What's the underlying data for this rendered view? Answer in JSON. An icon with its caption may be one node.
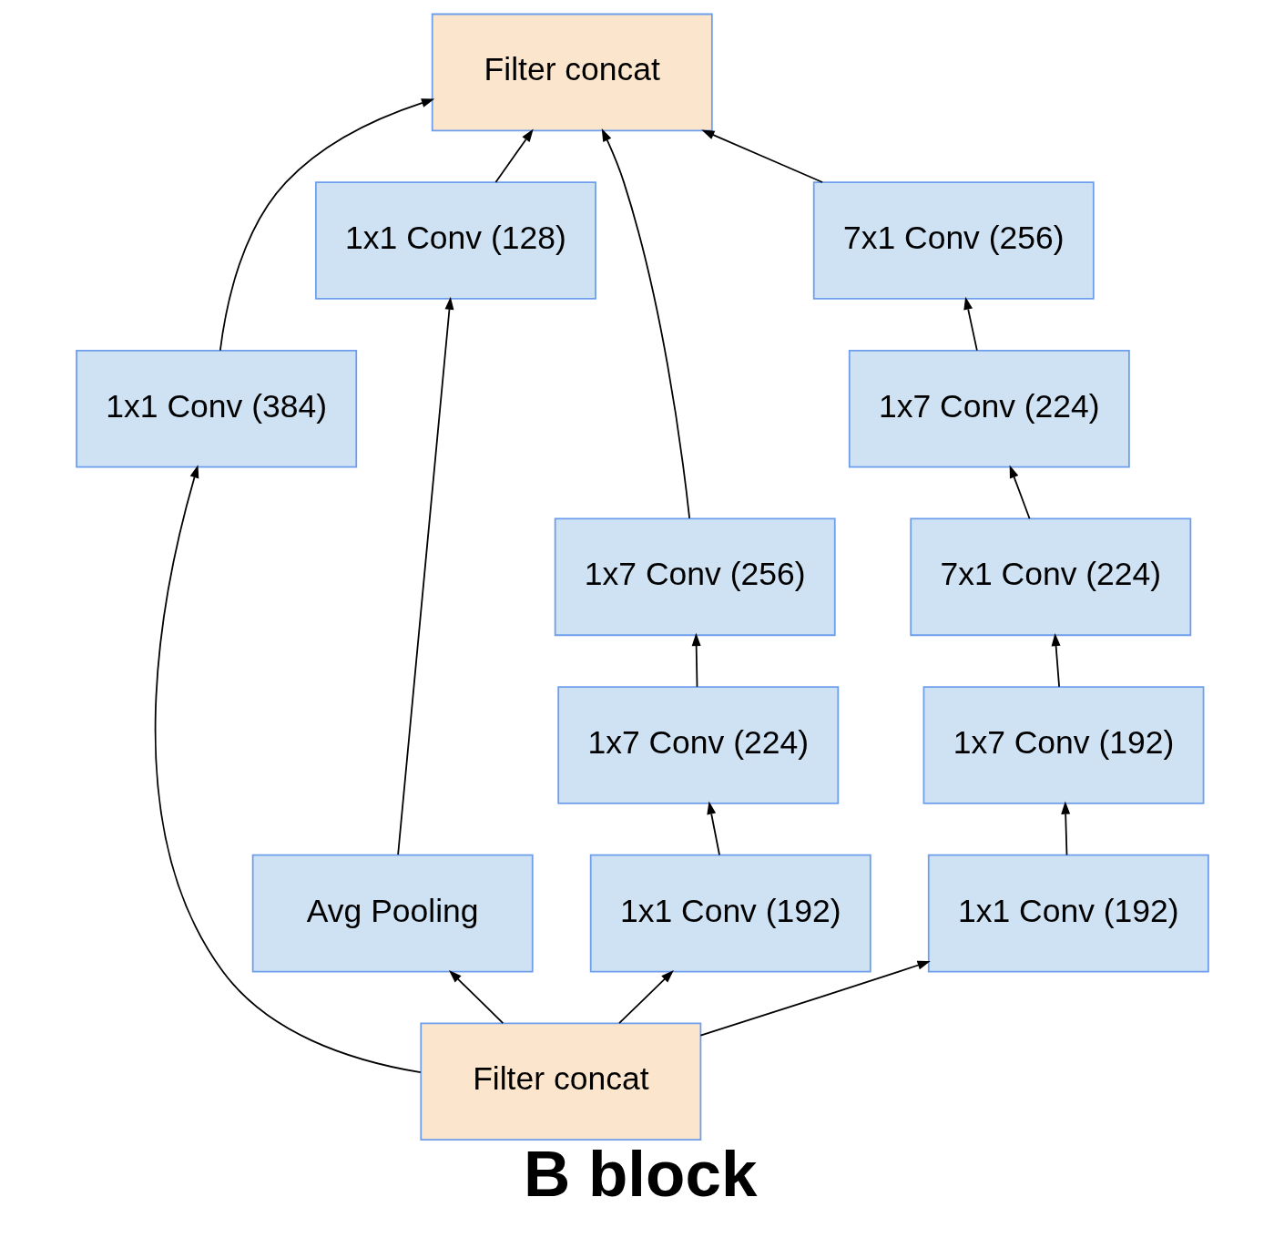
{
  "diagram": {
    "caption": "B block",
    "nodes": [
      {
        "text": [
          "Filter concat"
        ]
      },
      {
        "text": [
          "7x1 Conv (256)"
        ]
      },
      {
        "text": [
          "1x1 Conv (128)"
        ]
      },
      {
        "text": [
          "1x7 Conv (256)"
        ]
      },
      {
        "text": [
          "1x7 Conv (224)"
        ]
      },
      {
        "text": [
          "1x1 Conv (384)"
        ]
      },
      {
        "text": [
          "1x7 Conv (224)"
        ]
      },
      {
        "text": [
          "7x1 Conv (224)"
        ]
      },
      {
        "text": [
          "1x7 Conv (192)"
        ]
      },
      {
        "text": [
          "Avg Pooling"
        ]
      },
      {
        "text": [
          "1x1 Conv (192)"
        ]
      },
      {
        "text": [
          "1x1 Conv (192)"
        ]
      },
      {
        "text": [
          "Filter concat"
        ]
      }
    ],
    "edges": [
      {
        "from": 12,
        "to": 9,
        "arrow": "to"
      },
      {
        "from": 12,
        "to": 5,
        "arrow": "to"
      },
      {
        "from": 12,
        "to": 10,
        "arrow": "to"
      },
      {
        "from": 12,
        "to": 11,
        "arrow": "to"
      },
      {
        "from": 9,
        "to": 2,
        "arrow": "to"
      },
      {
        "from": 2,
        "to": 0,
        "arrow": "to"
      },
      {
        "from": 5,
        "to": 0,
        "arrow": "to"
      },
      {
        "from": 10,
        "to": 6,
        "arrow": "to"
      },
      {
        "from": 6,
        "to": 3,
        "arrow": "to"
      },
      {
        "from": 3,
        "to": 0,
        "arrow": "to"
      },
      {
        "from": 11,
        "to": 8,
        "arrow": "to"
      },
      {
        "from": 8,
        "to": 7,
        "arrow": "to"
      },
      {
        "from": 7,
        "to": 4,
        "arrow": "to"
      },
      {
        "from": 4,
        "to": 1,
        "arrow": "to"
      },
      {
        "from": 1,
        "to": 0,
        "arrow": "to"
      }
    ]
  }
}
